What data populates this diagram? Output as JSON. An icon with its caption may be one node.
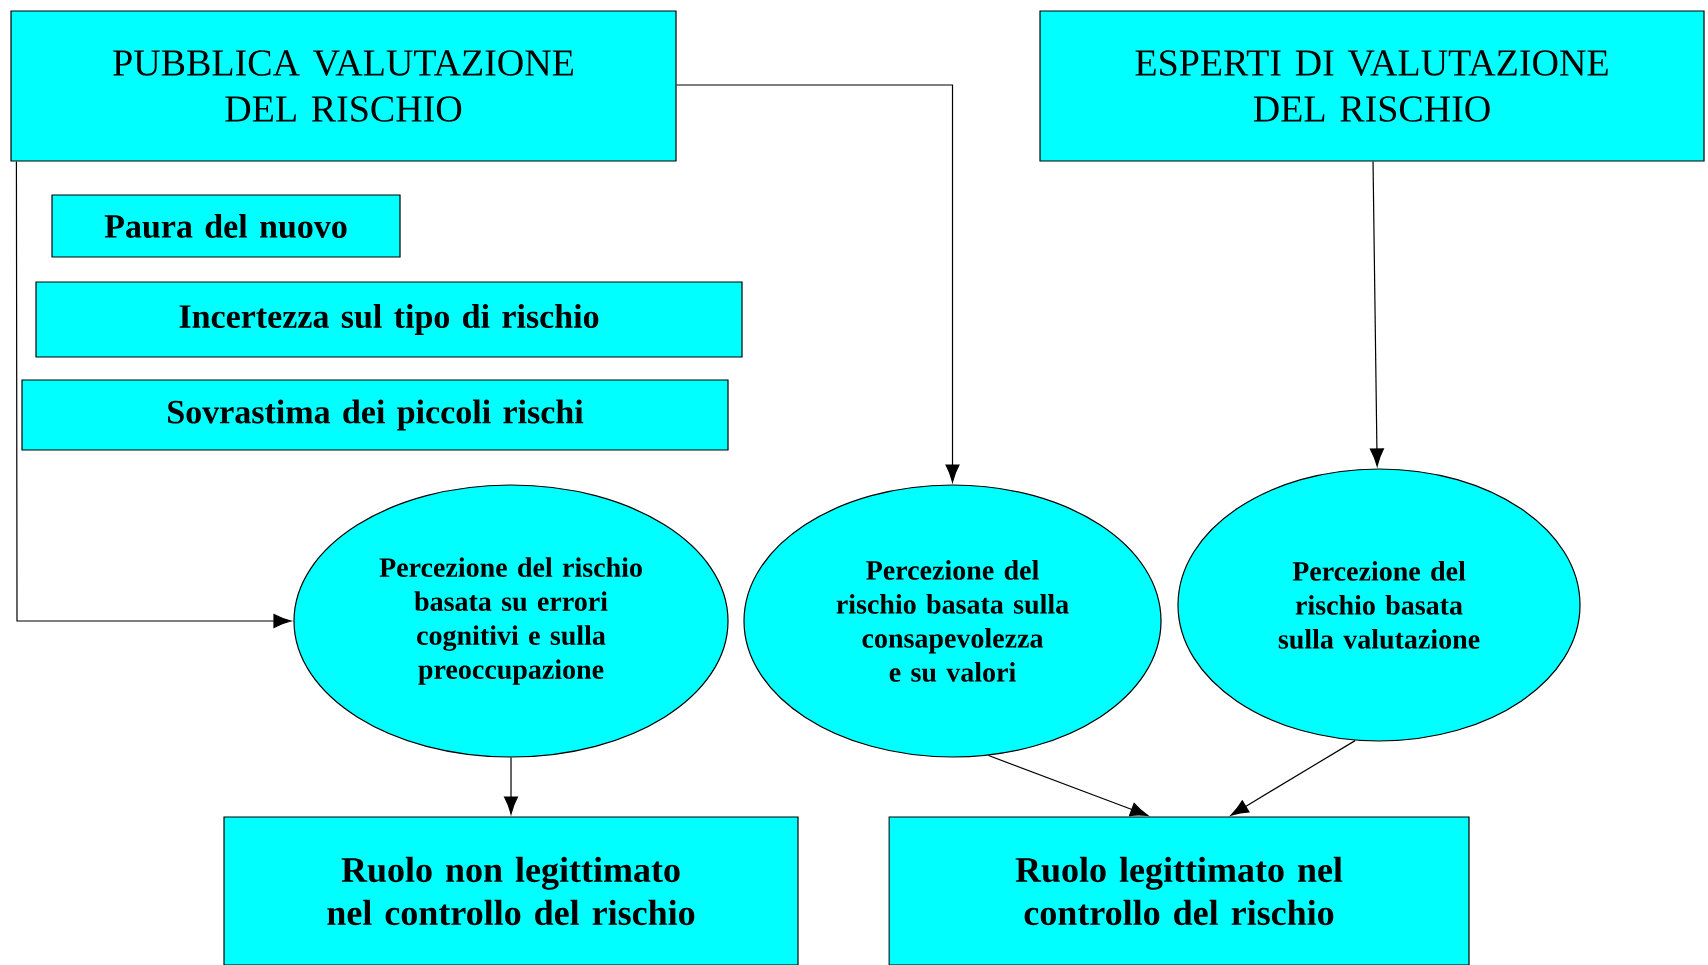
{
  "diagram": {
    "nodes": [
      {
        "text": [
          "PUBBLICA VALUTAZIONE DEL RISCHIO"
        ]
      },
      {
        "text": [
          "ESPERTI DI VALUTAZIONE DEL RISCHIO"
        ]
      },
      {
        "text": [
          "Paura del nuovo"
        ]
      },
      {
        "text": [
          "Incertezza sul tipo di rischio"
        ]
      },
      {
        "text": [
          "Sovrastima dei piccoli rischi"
        ]
      },
      {
        "text": [
          "Percezione del rischio basata su errori cognitivi e sulla preoccupazione"
        ]
      },
      {
        "text": [
          "Percezione del rischio basata sulla consapevolezza e su valori"
        ]
      },
      {
        "text": [
          "Percezione del rischio basata sulla valutazione"
        ]
      },
      {
        "text": [
          "Ruolo non legittimato nel controllo del rischio"
        ]
      },
      {
        "text": [
          "Ruolo legittimato nel controllo del rischio"
        ]
      }
    ],
    "edges": [
      {
        "from": 0,
        "to": 5,
        "arrow": "to"
      },
      {
        "from": 0,
        "to": 6,
        "arrow": "to"
      },
      {
        "from": 1,
        "to": 7,
        "arrow": "to"
      },
      {
        "from": 5,
        "to": 8,
        "arrow": "to"
      },
      {
        "from": 6,
        "to": 9,
        "arrow": "to"
      },
      {
        "from": 7,
        "to": 9,
        "arrow": "to"
      }
    ]
  }
}
